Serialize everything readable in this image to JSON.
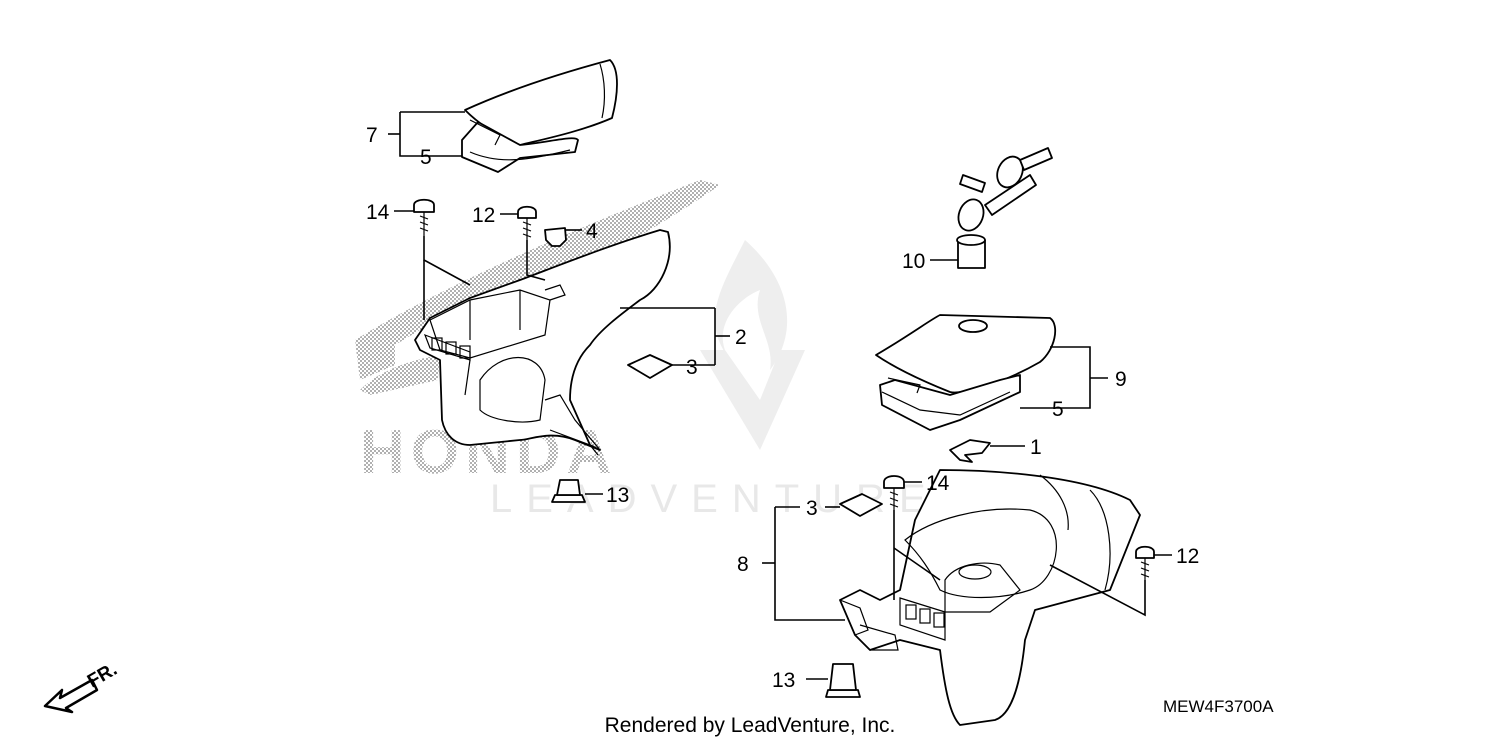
{
  "diagram": {
    "code": "MEW4F3700A",
    "credit": "Rendered by LeadVenture, Inc.",
    "watermark_text": "LEADVENTURE",
    "brand_text": "HONDA",
    "direction_label": "FR.",
    "callouts": {
      "c1": "1",
      "c2": "2",
      "c3a": "3",
      "c3b": "3",
      "c4": "4",
      "c5a": "5",
      "c5b": "5",
      "c7": "7",
      "c8": "8",
      "c9": "9",
      "c10": "10",
      "c12a": "12",
      "c12b": "12",
      "c13a": "13",
      "c13b": "13",
      "c14a": "14",
      "c14b": "14"
    }
  }
}
